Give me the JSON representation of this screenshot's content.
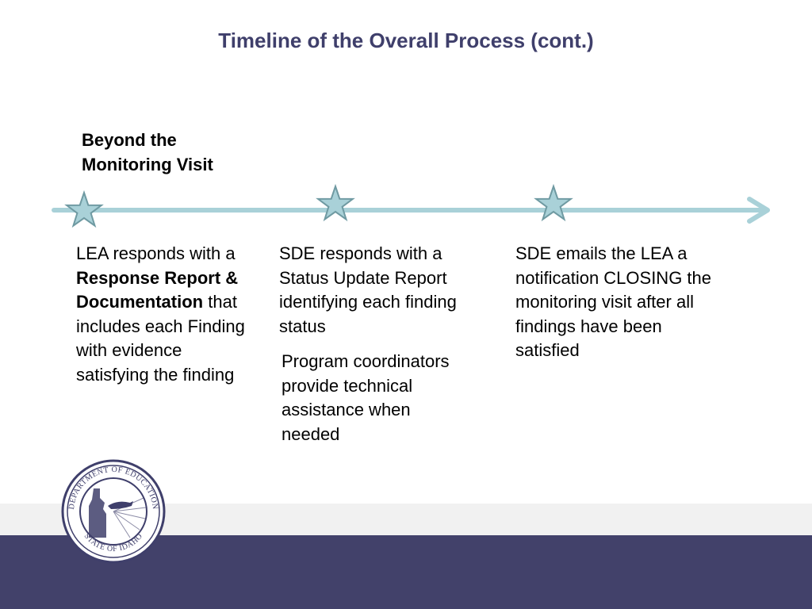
{
  "title": "Timeline of the Overall Process (cont.)",
  "phase_label": "Beyond the Monitoring Visit",
  "colors": {
    "title": "#3f3f6b",
    "timeline": "#a9d1d8",
    "star_fill": "#a9d1d8",
    "star_stroke": "#6f9aa2",
    "footer_light": "#f1f1f1",
    "footer_dark": "#42416a",
    "seal": "#3f3f6b"
  },
  "steps": [
    {
      "pre": "LEA responds with a ",
      "bold": "Response Report & Documentation",
      "post": " that includes each Finding with evidence satisfying the finding"
    },
    {
      "text": "SDE responds with a Status Update Report identifying each finding status",
      "note": "Program coordinators provide technical assistance when needed"
    },
    {
      "text": "SDE emails the LEA a notification CLOSING the monitoring visit after all findings have been satisfied"
    }
  ],
  "timeline": {
    "markers": 3,
    "marker_icon": "star-icon",
    "end_icon": "arrow-head-icon"
  },
  "logo": {
    "name": "Idaho Department of Education seal",
    "ring_text_top": "DEPARTMENT OF EDUCATION",
    "ring_text_bottom": "STATE OF IDAHO"
  }
}
